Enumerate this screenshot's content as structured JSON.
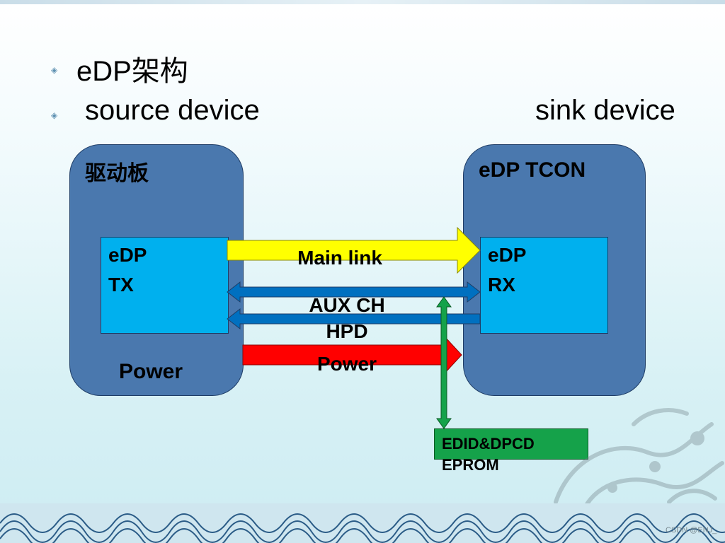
{
  "slide": {
    "heading_1": "eDP架构",
    "heading_2_left": "source  device",
    "heading_2_right": "sink  device"
  },
  "source": {
    "title": "驱动板",
    "tx_line1": "eDP",
    "tx_line2": "TX",
    "power_label": "Power"
  },
  "sink": {
    "title": "eDP TCON",
    "rx_line1": "eDP",
    "rx_line2": "RX"
  },
  "links": {
    "main_link": "Main link",
    "aux_ch": "AUX CH",
    "hpd": "HPD",
    "power": "Power"
  },
  "eeprom": {
    "line1": "EDID&DPCD",
    "line2": "EPROM"
  },
  "watermark": "CSDN @ENJ_",
  "colors": {
    "box": "#4a78ae",
    "inner": "#00b0ee",
    "main_link": "#ffff00",
    "aux_hpd": "#0070c0",
    "power": "#ff0000",
    "eeprom": "#15a24a"
  }
}
